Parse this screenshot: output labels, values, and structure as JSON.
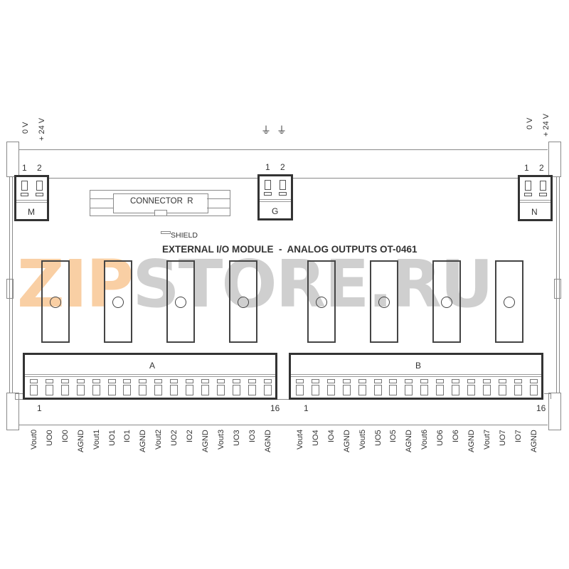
{
  "diagram": {
    "title": "EXTERNAL I/O MODULE  -  ANALOG OUTPUTS OT-0461",
    "watermark": {
      "part1": "ZIP",
      "part2": "STORE.RU",
      "colors": {
        "zip": "#f5a85a",
        "rest": "#a8a8a8"
      }
    },
    "power_left": {
      "labels": [
        "0 V",
        "+ 24 V"
      ],
      "pins": [
        "1",
        "2"
      ],
      "name": "M"
    },
    "power_right": {
      "labels": [
        "0 V",
        "+ 24 V"
      ],
      "pins": [
        "1",
        "2"
      ],
      "name": "N"
    },
    "ground_connector": {
      "symbols": [
        "⏚",
        "⏚"
      ],
      "pins": [
        "1",
        "2"
      ],
      "name": "G"
    },
    "connector_r": {
      "label": "CONNECTOR  R"
    },
    "shield": {
      "label": "SHIELD"
    },
    "relays": {
      "count": 8
    },
    "terminal_a": {
      "name": "A",
      "first_pin": "1",
      "last_pin": "16",
      "signals": [
        "Vout0",
        "UO0",
        "IO0",
        "AGND",
        "Vout1",
        "UO1",
        "IO1",
        "AGND",
        "Vout2",
        "UO2",
        "IO2",
        "AGND",
        "Vout3",
        "UO3",
        "IO3",
        "AGND"
      ]
    },
    "terminal_b": {
      "name": "B",
      "first_pin": "1",
      "last_pin": "16",
      "signals": [
        "Vout4",
        "UO4",
        "IO4",
        "AGND",
        "Vout5",
        "UO5",
        "IO5",
        "AGND",
        "Vout6",
        "UO6",
        "IO6",
        "AGND",
        "Vout7",
        "UO7",
        "IO7",
        "AGND"
      ]
    }
  }
}
